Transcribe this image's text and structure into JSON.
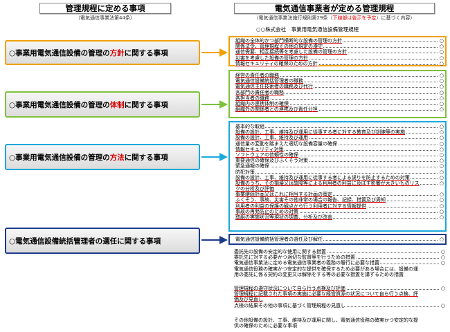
{
  "left_header": {
    "title": "管理規程に定める事項",
    "sub": "（電気通信事業法第44条）"
  },
  "right_header": {
    "title": "電気通信事業者が定める管理規程",
    "sub_pre": "（電気通信事業法施行規則第29条（",
    "sub_red": "下線部は告示を予定",
    "sub_post": "）に基づく内容）"
  },
  "company": "○○株式会社　事業用電気通信設備管理規程",
  "left_boxes": [
    {
      "pre": "○事業用電気通信設備の管理の",
      "em": "方針",
      "post": "に関する事項"
    },
    {
      "pre": "○事業用電気通信設備の管理の",
      "em": "体制",
      "post": "に関する事項"
    },
    {
      "pre": "○事業用電気通信設備の管理の",
      "em": "方法",
      "post": "に関する事項"
    },
    {
      "pre": "○電気通信設備統括管理者の選任に関する事項",
      "em": "",
      "post": ""
    }
  ],
  "colors": {
    "orange": "#f0a000",
    "green": "#7dc13b",
    "cyan": "#1aa9dd",
    "navy": "#1c3a8c"
  },
  "policy_items": [
    "組織の全体的かつ部門横断的な設備の管理の方針",
    "関係法令、管理規程その他の規定の遵守",
    "通信需要、相互接続等を考慮した設備の管理の方針",
    "災害を考慮した設備の管理の方針",
    "情報セキュリティの確保のための方針"
  ],
  "system_items": [
    "経営の責任者の職務",
    "電気通信設備統括管理者の職務",
    "電気通信主任技術者の職務及び代行",
    "各部門の責任者の職務",
    "各担当者の職務",
    "組織内の連携体制の確保",
    "組織外の関係者との連携及び責任分担"
  ],
  "method_items": [
    "基本的な取組",
    "設備の設計、工事、維持及び運用に従事する者に対する教育及び訓練等の実施",
    "設備の設計、工事、維持及び運用",
    "通信量の変動を踏まえた適切な設備容量の確保",
    "情報セキュリティ対策",
    "ソフトウェアの信頼性の確保",
    "重要通信の確保及びふくそう対策",
    "緊急通報の確保",
    "防犯対策",
    "設備の設計、工事、維持及び運用に従事する者による誤りを防止するための対策",
    "設備のうち、その損壊又は故障等による利用者の利益に及ぼす影響が大きいものリス",
    "クの分析及び評価",
    "事業継続計画又はこれに相当する計画の策定",
    "ふくそう、事故、災害その他非常の場合の報告、記録、措置及び周知",
    "利用者の利益の保護の観点から行う利用者に対する情報提供",
    "事故の再発防止のための対策",
    "取組の実施状況等現状の調査、分析及び改善"
  ],
  "selection_item": "電気通信設備統括管理者の選任及び解任",
  "extra_group_1": [
    "委託先の設備の安定的な使用に関する措置",
    "委託先に対する必要かつ適切な監督等を行うための措置",
    "電気通信事業法に定める電気通信事業者の義務の履行に必要な措置",
    "電気通信役務の確実かつ安定的な提供を確保するため必要がある場合には、設備の運",
    "用の委託に係る契約の変更又は解除をする等の必要な措置を講ずるための措置"
  ],
  "extra_group_2": [
    "管理規程の遵守状況について自ら行う点検及び評価",
    "管理規程に記載された事項の実施に必要な経営資源の状況について自ら行う点検、評",
    "価及び見直し",
    "点検の結果その他の事項に基づく管理規程の見直し"
  ],
  "extra_group_3": [
    "その他設備の設計、工事、維持及び運用に関し、電気通信役務の確実かつ安定的な提",
    "供の確保のために必要な事項"
  ]
}
